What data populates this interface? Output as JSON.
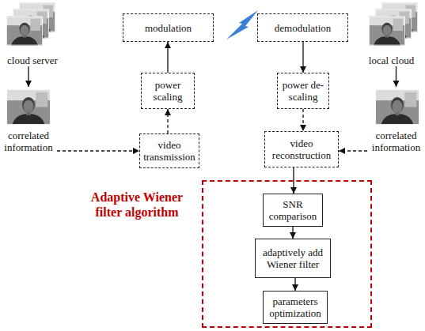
{
  "diagram": {
    "nodes": [
      {
        "text": [
          "cloud server"
        ]
      },
      {
        "text": [
          "modulation"
        ]
      },
      {
        "text": [
          "demodulation"
        ]
      },
      {
        "text": [
          "local cloud"
        ]
      },
      {
        "text": [
          "power scaling"
        ]
      },
      {
        "text": [
          "power de-scaling"
        ]
      },
      {
        "text": [
          "correlated information"
        ]
      },
      {
        "text": [
          "video transmission"
        ]
      },
      {
        "text": [
          "video reconstruction"
        ]
      },
      {
        "text": [
          "correlated information"
        ]
      },
      {
        "text": [
          "Adaptive Wiener filter algorithm"
        ]
      },
      {
        "text": [
          "SNR comparison"
        ],
        "in": 10
      },
      {
        "text": [
          "adaptively add Wiener filter"
        ],
        "in": 10
      },
      {
        "text": [
          "parameters optimization"
        ],
        "in": 10
      }
    ],
    "edges": [
      {
        "from": 0,
        "to": 6,
        "arrow": "to"
      },
      {
        "from": 6,
        "to": 7,
        "arrow": "to"
      },
      {
        "from": 7,
        "to": 4,
        "arrow": "to"
      },
      {
        "from": 4,
        "to": 1,
        "arrow": "to"
      },
      {
        "from": 2,
        "to": 5,
        "arrow": "to"
      },
      {
        "from": 5,
        "to": 8,
        "arrow": "to"
      },
      {
        "from": 3,
        "to": 9,
        "arrow": "to"
      },
      {
        "from": 9,
        "to": 8,
        "arrow": "to"
      },
      {
        "from": 8,
        "to": 11,
        "arrow": "to"
      },
      {
        "from": 11,
        "to": 12,
        "arrow": "to"
      },
      {
        "from": 12,
        "to": 13,
        "arrow": "to"
      }
    ]
  }
}
